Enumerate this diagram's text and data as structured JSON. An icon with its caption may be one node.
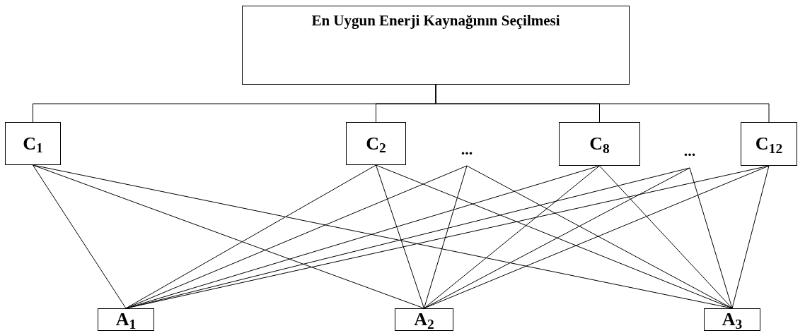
{
  "diagram": {
    "nodes": [
      {
        "text": [
          "En Uygun Enerji Kaynağının Seçilmesi"
        ]
      },
      {
        "text": [
          "C$_{1}$"
        ]
      },
      {
        "text": [
          "C$_{2}$"
        ]
      },
      {
        "text": [
          "..."
        ]
      },
      {
        "text": [
          "C$_{8}$"
        ]
      },
      {
        "text": [
          "..."
        ]
      },
      {
        "text": [
          "C$_{12}$"
        ]
      },
      {
        "text": [
          "A$_{1}$"
        ]
      },
      {
        "text": [
          "A$_{2}$"
        ]
      },
      {
        "text": [
          "A$_{3}$"
        ]
      }
    ],
    "edges": [
      {
        "from": 0,
        "to": 1,
        "arrow": "none"
      },
      {
        "from": 0,
        "to": 2,
        "arrow": "none"
      },
      {
        "from": 0,
        "to": 4,
        "arrow": "none"
      },
      {
        "from": 0,
        "to": 6,
        "arrow": "none"
      },
      {
        "from": 1,
        "to": 7,
        "arrow": "none"
      },
      {
        "from": 1,
        "to": 8,
        "arrow": "none"
      },
      {
        "from": 1,
        "to": 9,
        "arrow": "none"
      },
      {
        "from": 2,
        "to": 7,
        "arrow": "none"
      },
      {
        "from": 2,
        "to": 8,
        "arrow": "none"
      },
      {
        "from": 2,
        "to": 9,
        "arrow": "none"
      },
      {
        "from": 3,
        "to": 7,
        "arrow": "none"
      },
      {
        "from": 3,
        "to": 8,
        "arrow": "none"
      },
      {
        "from": 3,
        "to": 9,
        "arrow": "none"
      },
      {
        "from": 4,
        "to": 7,
        "arrow": "none"
      },
      {
        "from": 4,
        "to": 8,
        "arrow": "none"
      },
      {
        "from": 4,
        "to": 9,
        "arrow": "none"
      },
      {
        "from": 5,
        "to": 7,
        "arrow": "none"
      },
      {
        "from": 5,
        "to": 8,
        "arrow": "none"
      },
      {
        "from": 5,
        "to": 9,
        "arrow": "none"
      },
      {
        "from": 6,
        "to": 7,
        "arrow": "none"
      },
      {
        "from": 6,
        "to": 8,
        "arrow": "none"
      },
      {
        "from": 6,
        "to": 9,
        "arrow": "none"
      }
    ]
  }
}
